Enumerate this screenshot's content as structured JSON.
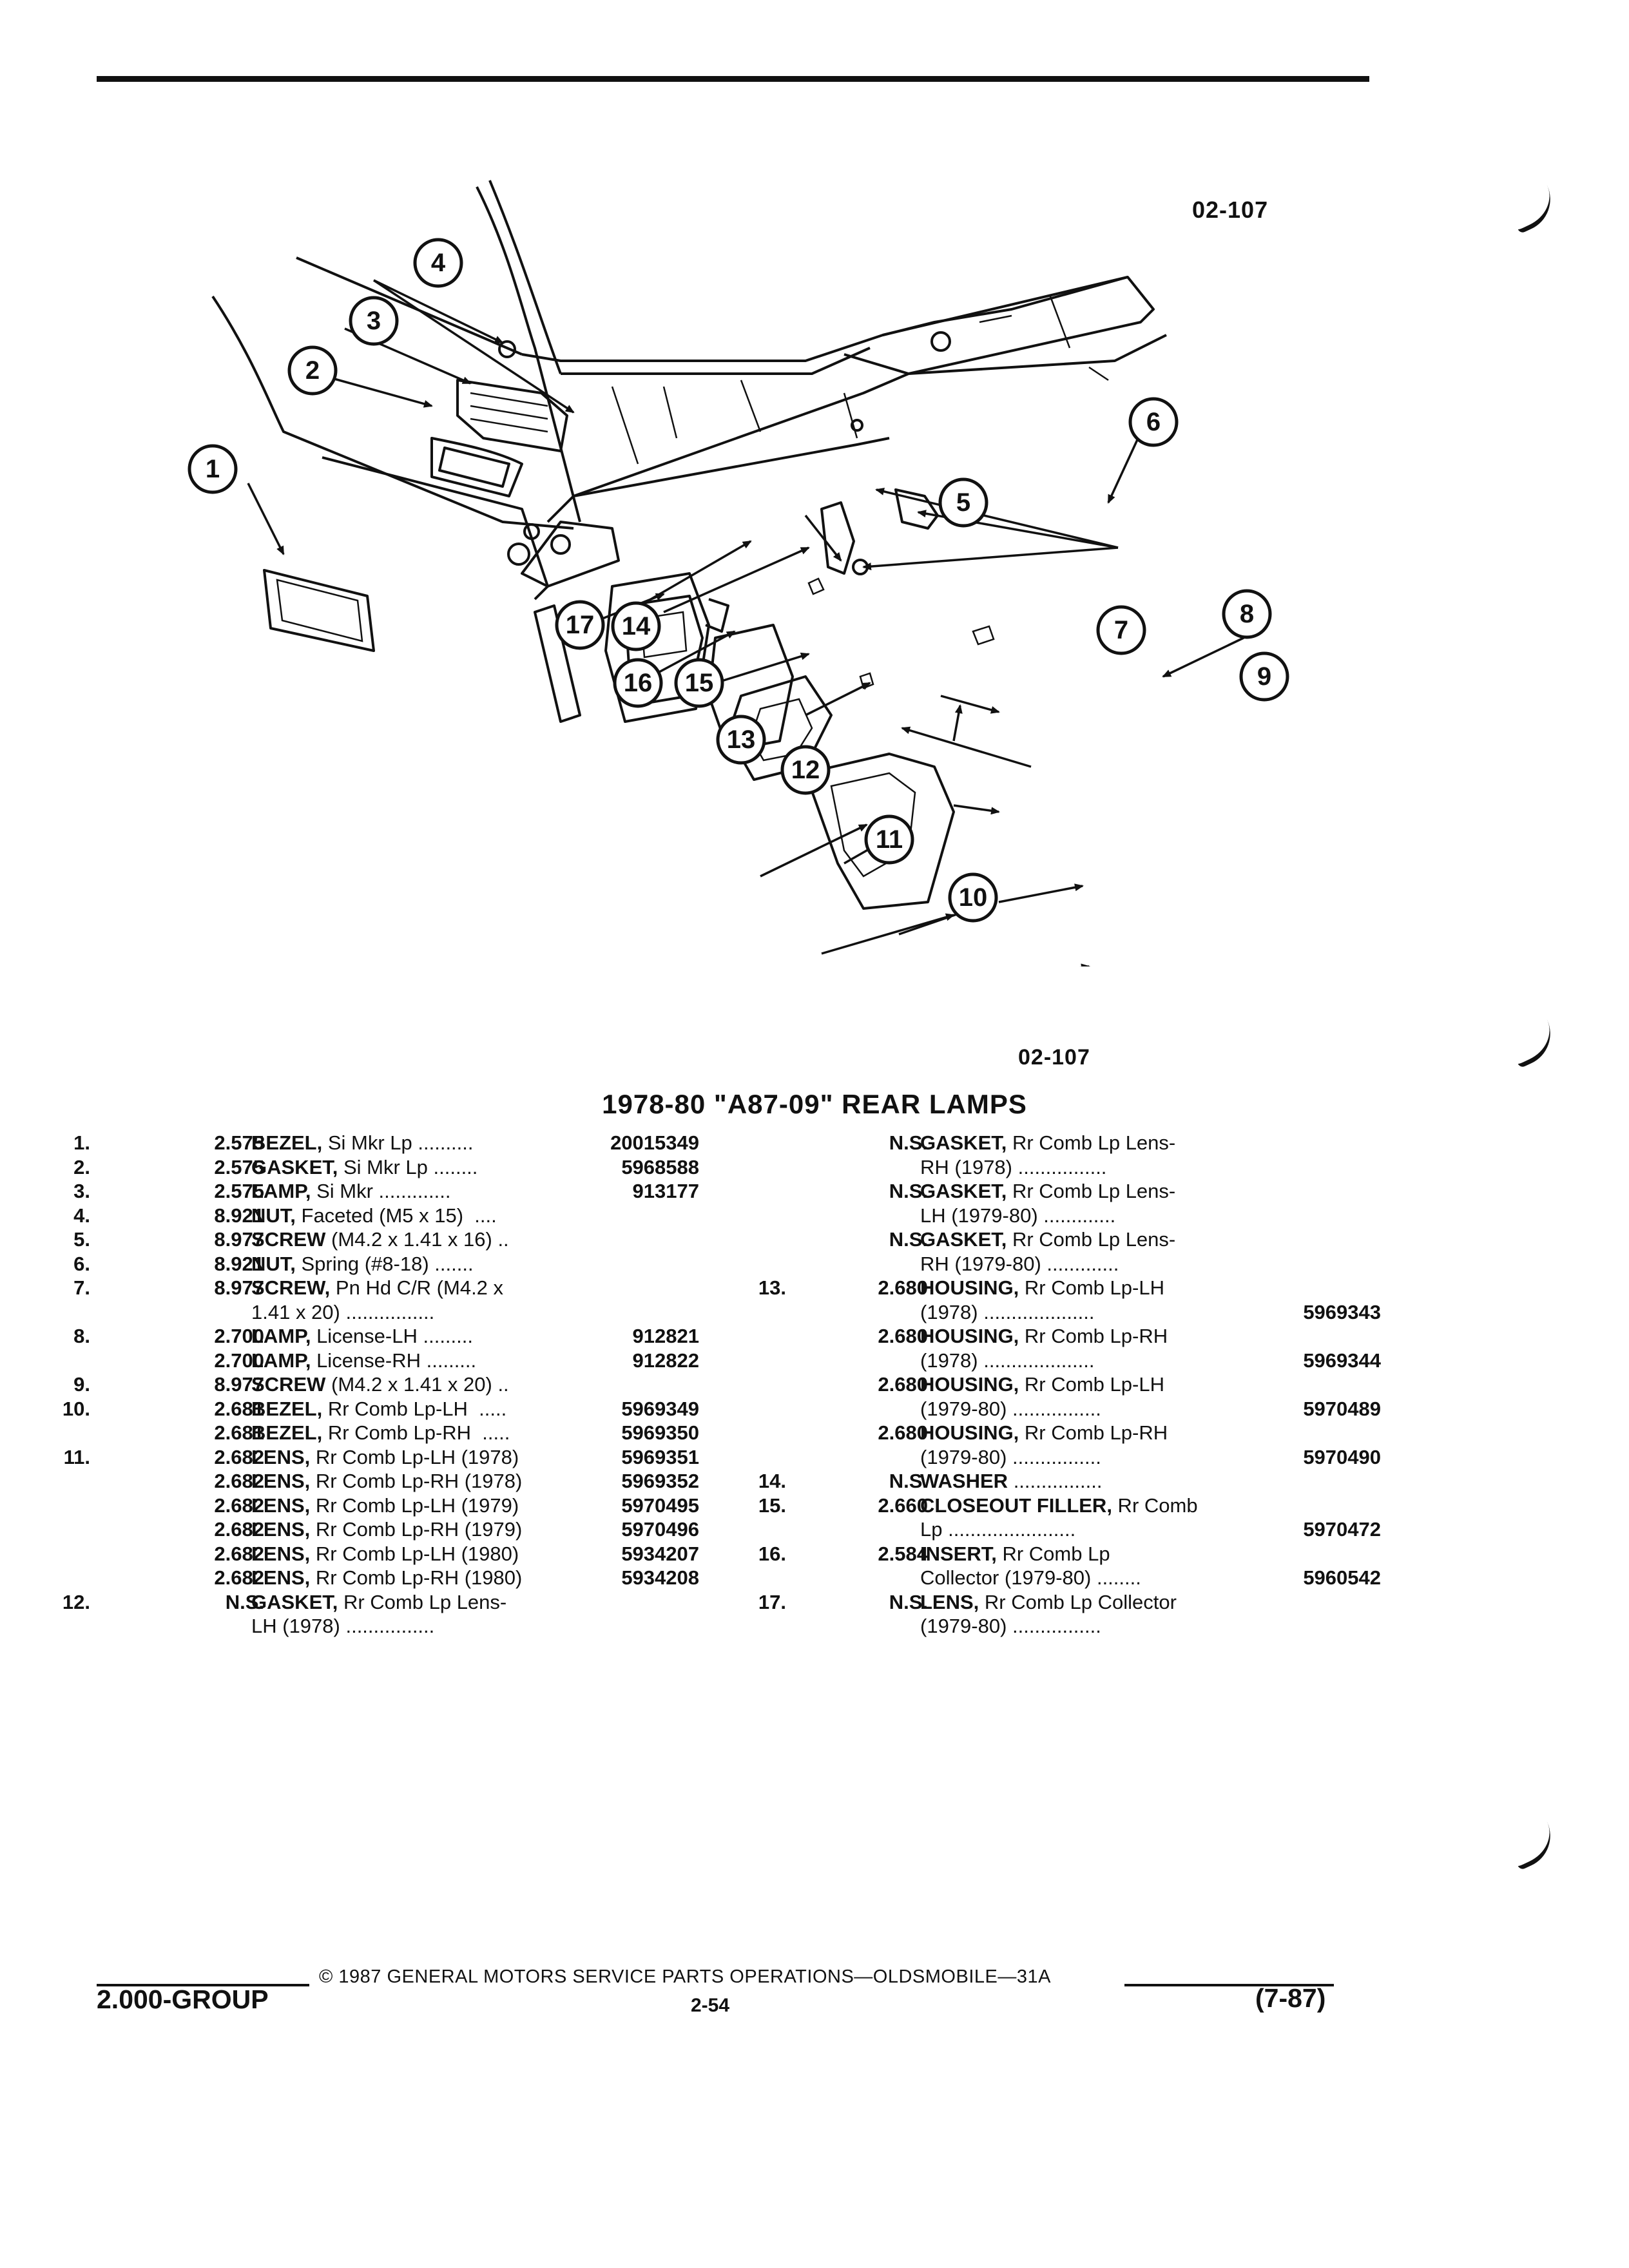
{
  "figure": {
    "code_top": "02-107",
    "code_bottom": "02-107"
  },
  "callouts": [
    "1",
    "2",
    "3",
    "4",
    "5",
    "6",
    "7",
    "8",
    "9",
    "10",
    "11",
    "12",
    "13",
    "14",
    "15",
    "16",
    "17"
  ],
  "section_title": "1978-80 \"A87-09\" REAR LAMPS",
  "parts_left": [
    {
      "no": "1.",
      "group": "2.575",
      "name": "BEZEL,",
      "desc": " Si Mkr Lp ..........",
      "part": "20015349"
    },
    {
      "no": "2.",
      "group": "2.575",
      "name": "GASKET,",
      "desc": " Si Mkr Lp ........",
      "part": "5968588"
    },
    {
      "no": "3.",
      "group": "2.575",
      "name": "LAMP,",
      "desc": " Si Mkr .............",
      "part": "913177"
    },
    {
      "no": "4.",
      "group": "8.921",
      "name": "NUT,",
      "desc": " Faceted (M5 x 15)  ....",
      "part": ""
    },
    {
      "no": "5.",
      "group": "8.977",
      "name": "SCREW",
      "desc": " (M4.2 x 1.41 x 16) ..",
      "part": ""
    },
    {
      "no": "6.",
      "group": "8.921",
      "name": "NUT,",
      "desc": " Spring (#8-18) .......",
      "part": ""
    },
    {
      "no": "7.",
      "group": "8.977",
      "name": "SCREW,",
      "desc": " Pn Hd C/R (M4.2 x",
      "part": ""
    },
    {
      "no": "",
      "group": "",
      "name": "",
      "desc": "1.41 x 20) ................",
      "part": ""
    },
    {
      "no": "8.",
      "group": "2.700",
      "name": "LAMP,",
      "desc": " License-LH .........",
      "part": "912821"
    },
    {
      "no": "",
      "group": "2.700",
      "name": "LAMP,",
      "desc": " License-RH .........",
      "part": "912822"
    },
    {
      "no": "9.",
      "group": "8.977",
      "name": "SCREW",
      "desc": " (M4.2 x 1.41 x 20) ..",
      "part": ""
    },
    {
      "no": "10.",
      "group": "2.681",
      "name": "BEZEL,",
      "desc": " Rr Comb Lp-LH  .....",
      "part": "5969349"
    },
    {
      "no": "",
      "group": "2.681",
      "name": "BEZEL,",
      "desc": " Rr Comb Lp-RH  .....",
      "part": "5969350"
    },
    {
      "no": "11.",
      "group": "2.682",
      "name": "LENS,",
      "desc": " Rr Comb Lp-LH (1978)",
      "part": "5969351"
    },
    {
      "no": "",
      "group": "2.682",
      "name": "LENS,",
      "desc": " Rr Comb Lp-RH (1978)",
      "part": "5969352"
    },
    {
      "no": "",
      "group": "2.682",
      "name": "LENS,",
      "desc": " Rr Comb Lp-LH (1979)",
      "part": "5970495"
    },
    {
      "no": "",
      "group": "2.682",
      "name": "LENS,",
      "desc": " Rr Comb Lp-RH (1979)",
      "part": "5970496"
    },
    {
      "no": "",
      "group": "2.682",
      "name": "LENS,",
      "desc": " Rr Comb Lp-LH (1980)",
      "part": "5934207"
    },
    {
      "no": "",
      "group": "2.682",
      "name": "LENS,",
      "desc": " Rr Comb Lp-RH (1980)",
      "part": "5934208"
    },
    {
      "no": "12.",
      "group": "N.S.",
      "name": "GASKET,",
      "desc": " Rr Comb Lp Lens-",
      "part": ""
    },
    {
      "no": "",
      "group": "",
      "name": "",
      "desc": "LH (1978) ................",
      "part": ""
    }
  ],
  "parts_right": [
    {
      "no": "",
      "group": "N.S.",
      "name": "GASKET,",
      "desc": " Rr Comb Lp Lens-",
      "part": ""
    },
    {
      "no": "",
      "group": "",
      "name": "",
      "desc": "RH (1978) ................",
      "part": ""
    },
    {
      "no": "",
      "group": "N.S.",
      "name": "GASKET,",
      "desc": " Rr Comb Lp Lens-",
      "part": ""
    },
    {
      "no": "",
      "group": "",
      "name": "",
      "desc": "LH (1979-80) .............",
      "part": ""
    },
    {
      "no": "",
      "group": "N.S.",
      "name": "GASKET,",
      "desc": " Rr Comb Lp Lens-",
      "part": ""
    },
    {
      "no": "",
      "group": "",
      "name": "",
      "desc": "RH (1979-80) .............",
      "part": ""
    },
    {
      "no": "13.",
      "group": "2.680",
      "name": "HOUSING,",
      "desc": " Rr Comb Lp-LH",
      "part": ""
    },
    {
      "no": "",
      "group": "",
      "name": "",
      "desc": "(1978) ....................",
      "part": "5969343"
    },
    {
      "no": "",
      "group": "2.680",
      "name": "HOUSING,",
      "desc": " Rr Comb Lp-RH",
      "part": ""
    },
    {
      "no": "",
      "group": "",
      "name": "",
      "desc": "(1978) ....................",
      "part": "5969344"
    },
    {
      "no": "",
      "group": "2.680",
      "name": "HOUSING,",
      "desc": " Rr Comb Lp-LH",
      "part": ""
    },
    {
      "no": "",
      "group": "",
      "name": "",
      "desc": "(1979-80) ................",
      "part": "5970489"
    },
    {
      "no": "",
      "group": "2.680",
      "name": "HOUSING,",
      "desc": " Rr Comb Lp-RH",
      "part": ""
    },
    {
      "no": "",
      "group": "",
      "name": "",
      "desc": "(1979-80) ................",
      "part": "5970490"
    },
    {
      "no": "14.",
      "group": "N.S.",
      "name": "WASHER",
      "desc": " ................",
      "part": ""
    },
    {
      "no": "15.",
      "group": "2.660",
      "name": "CLOSEOUT FILLER,",
      "desc": " Rr Comb",
      "part": ""
    },
    {
      "no": "",
      "group": "",
      "name": "",
      "desc": "Lp .......................",
      "part": "5970472"
    },
    {
      "no": "16.",
      "group": "2.584",
      "name": "INSERT,",
      "desc": " Rr Comb Lp",
      "part": ""
    },
    {
      "no": "",
      "group": "",
      "name": "",
      "desc": "Collector (1979-80) ........",
      "part": "5960542"
    },
    {
      "no": "17.",
      "group": "N.S.",
      "name": "LENS,",
      "desc": " Rr Comb Lp Collector",
      "part": ""
    },
    {
      "no": "",
      "group": "",
      "name": "",
      "desc": "(1979-80) ................",
      "part": ""
    }
  ],
  "footer": {
    "copyright": "© 1987 GENERAL MOTORS SERVICE PARTS OPERATIONS—OLDSMOBILE—31A",
    "group": "2.000-GROUP",
    "page": "2-54",
    "date": "(7-87)"
  }
}
